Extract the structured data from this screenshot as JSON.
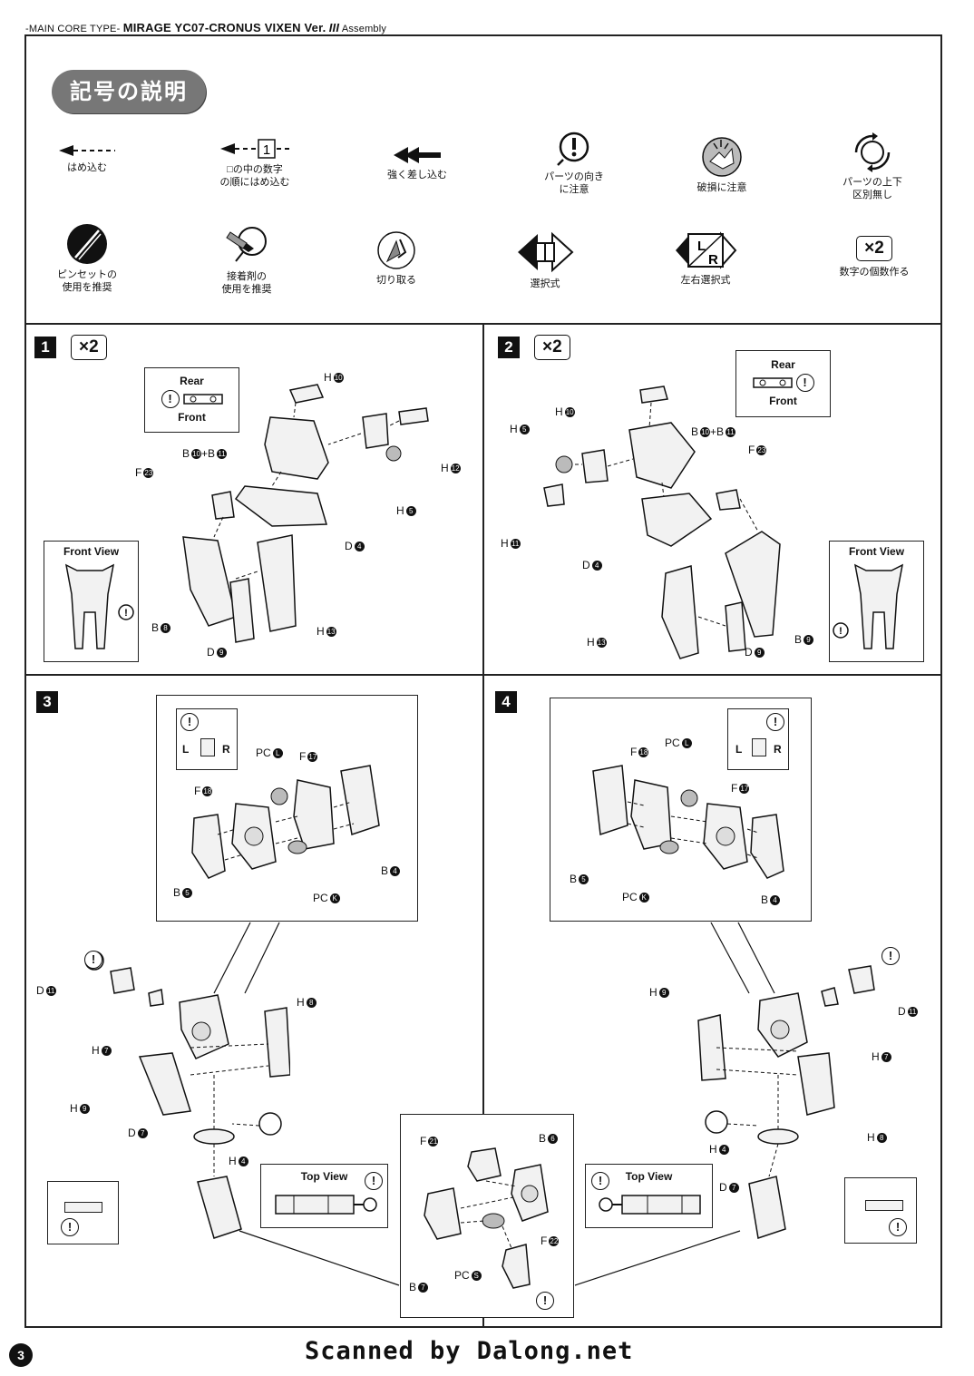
{
  "header": {
    "prefix": "-MAIN CORE TYPE-",
    "model": "MIRAGE YC07-CRONUS VIXEN Ver.",
    "ver_mark": "III",
    "section": "Assembly"
  },
  "legend": {
    "title": "記号の説明",
    "symbols": [
      {
        "icon": "insert-arrow-icon",
        "line1": "はめ込む",
        "line2": ""
      },
      {
        "icon": "numbered-order-arrow-icon",
        "box_number": "1",
        "line1": "□の中の数字",
        "line2": "の順にはめ込む"
      },
      {
        "icon": "double-arrow-icon",
        "line1": "強く差し込む",
        "line2": ""
      },
      {
        "icon": "caution-icon",
        "line1": "パーツの向き",
        "line2": "に注意"
      },
      {
        "icon": "breakage-icon",
        "line1": "破損に注意",
        "line2": ""
      },
      {
        "icon": "rotation-icon",
        "line1": "パーツの上下",
        "line2": "区別無し"
      },
      {
        "icon": "tweezers-icon",
        "line1": "ピンセットの",
        "line2": "使用を推奨"
      },
      {
        "icon": "glue-icon",
        "line1": "接着剤の",
        "line2": "使用を推奨"
      },
      {
        "icon": "cut-icon",
        "line1": "切り取る",
        "line2": ""
      },
      {
        "icon": "selection-icon",
        "line1": "選択式",
        "line2": ""
      },
      {
        "icon": "lr-selection-icon",
        "line1": "左右選択式",
        "line2": ""
      },
      {
        "icon": "multiply-icon",
        "mult": "×2",
        "line1": "数字の個数作る",
        "line2": ""
      }
    ],
    "lr_letters": [
      "L",
      "R"
    ]
  },
  "steps": {
    "s1": {
      "number": "1",
      "mult": "×2",
      "rear": "Rear",
      "front": "Front",
      "front_view": "Front View",
      "labels": [
        {
          "t": "H",
          "n": "10"
        },
        {
          "t": "B",
          "n": "10",
          "plus": "+B",
          "n2": "11"
        },
        {
          "t": "H",
          "n": "12"
        },
        {
          "t": "F",
          "n": "23"
        },
        {
          "t": "H",
          "n": "5"
        },
        {
          "t": "D",
          "n": "4"
        },
        {
          "t": "B",
          "n": "8"
        },
        {
          "t": "H",
          "n": "13"
        },
        {
          "t": "D",
          "n": "9"
        }
      ]
    },
    "s2": {
      "number": "2",
      "mult": "×2",
      "rear": "Rear",
      "front": "Front",
      "front_view": "Front View",
      "labels": [
        {
          "t": "H",
          "n": "10"
        },
        {
          "t": "H",
          "n": "5"
        },
        {
          "t": "B",
          "n": "10",
          "plus": "+B",
          "n2": "11"
        },
        {
          "t": "F",
          "n": "23"
        },
        {
          "t": "H",
          "n": "11"
        },
        {
          "t": "D",
          "n": "4"
        },
        {
          "t": "H",
          "n": "13"
        },
        {
          "t": "D",
          "n": "9"
        },
        {
          "t": "B",
          "n": "9"
        }
      ]
    },
    "s3": {
      "number": "3",
      "l": "L",
      "r": "R",
      "top_view": "Top View",
      "labels": [
        {
          "t": "PC",
          "n": "L"
        },
        {
          "t": "F",
          "n": "17"
        },
        {
          "t": "F",
          "n": "18"
        },
        {
          "t": "B",
          "n": "4"
        },
        {
          "t": "B",
          "n": "5"
        },
        {
          "t": "PC",
          "n": "K"
        },
        {
          "t": "D",
          "n": "11"
        },
        {
          "t": "H",
          "n": "8"
        },
        {
          "t": "H",
          "n": "7"
        },
        {
          "t": "H",
          "n": "9"
        },
        {
          "t": "D",
          "n": "7"
        },
        {
          "t": "H",
          "n": "4"
        }
      ]
    },
    "s4": {
      "number": "4",
      "l": "L",
      "r": "R",
      "top_view": "Top View",
      "labels": [
        {
          "t": "PC",
          "n": "L"
        },
        {
          "t": "F",
          "n": "18"
        },
        {
          "t": "F",
          "n": "17"
        },
        {
          "t": "B",
          "n": "5"
        },
        {
          "t": "PC",
          "n": "K"
        },
        {
          "t": "B",
          "n": "4"
        },
        {
          "t": "H",
          "n": "9"
        },
        {
          "t": "D",
          "n": "11"
        },
        {
          "t": "H",
          "n": "7"
        },
        {
          "t": "H",
          "n": "8"
        },
        {
          "t": "H",
          "n": "4"
        },
        {
          "t": "D",
          "n": "7"
        }
      ]
    },
    "center": {
      "labels": [
        {
          "t": "F",
          "n": "21"
        },
        {
          "t": "B",
          "n": "6"
        },
        {
          "t": "F",
          "n": "22"
        },
        {
          "t": "PC",
          "n": "S"
        },
        {
          "t": "B",
          "n": "7"
        }
      ]
    }
  },
  "caution_glyph": "!",
  "page_number": "3",
  "credit": "Scanned by Dalong.net"
}
